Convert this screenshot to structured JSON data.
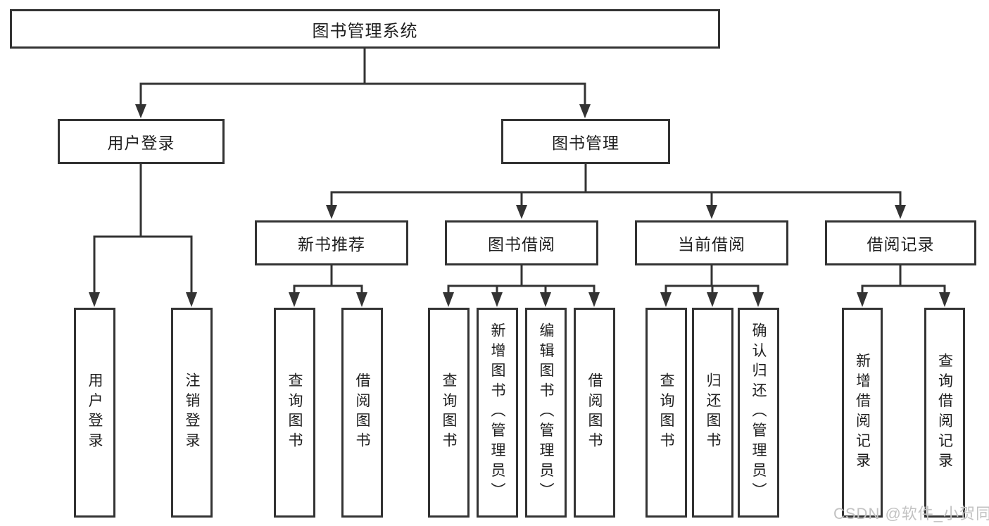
{
  "diagram": {
    "root": {
      "label": "图书管理系统"
    },
    "level2": [
      {
        "label": "用户登录"
      },
      {
        "label": "图书管理"
      }
    ],
    "level3": [
      {
        "label": "新书推荐",
        "parent": "图书管理"
      },
      {
        "label": "图书借阅",
        "parent": "图书管理"
      },
      {
        "label": "当前借阅",
        "parent": "图书管理"
      },
      {
        "label": "借阅记录",
        "parent": "图书管理"
      }
    ],
    "leaves": [
      {
        "label": "用户登录",
        "parent": "用户登录"
      },
      {
        "label": "注销登录",
        "parent": "用户登录"
      },
      {
        "label": "查询图书",
        "parent": "新书推荐"
      },
      {
        "label": "借阅图书",
        "parent": "新书推荐"
      },
      {
        "label": "查询图书",
        "parent": "图书借阅"
      },
      {
        "label": "新增图书（管理员）",
        "parent": "图书借阅"
      },
      {
        "label": "编辑图书（管理员）",
        "parent": "图书借阅"
      },
      {
        "label": "借阅图书",
        "parent": "图书借阅"
      },
      {
        "label": "查询图书",
        "parent": "当前借阅"
      },
      {
        "label": "归还图书",
        "parent": "当前借阅"
      },
      {
        "label": "确认归还（管理员）",
        "parent": "当前借阅"
      },
      {
        "label": "新增借阅记录",
        "parent": "借阅记录"
      },
      {
        "label": "查询借阅记录",
        "parent": "借阅记录"
      }
    ],
    "watermark": "CSDN @软件_小贺同学",
    "colors": {
      "line": "#333333",
      "box_border": "#333333",
      "box_fill": "#ffffff",
      "text": "#1f1f1f",
      "watermark": "#c2c2c2"
    }
  }
}
